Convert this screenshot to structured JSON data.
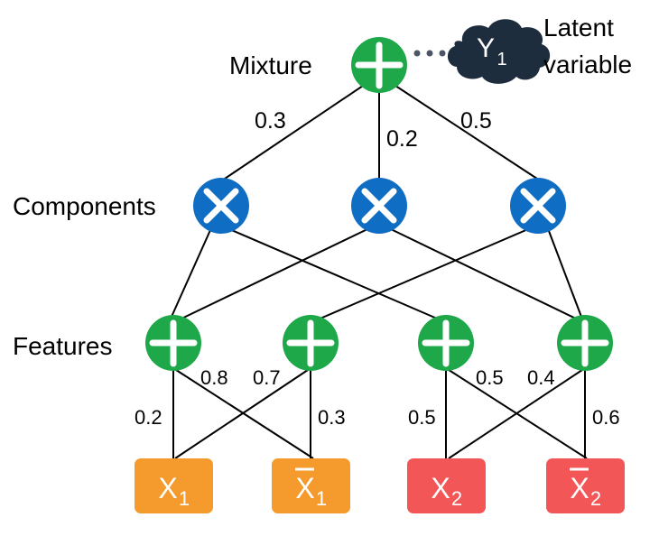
{
  "labels": {
    "mixture": "Mixture",
    "components": "Components",
    "features": "Features",
    "latent_line1": "Latent",
    "latent_line2": "variable"
  },
  "latent": {
    "symbol": "Y",
    "subscript": "1"
  },
  "mixture_weights": [
    "0.3",
    "0.2",
    "0.5"
  ],
  "feature_weights": {
    "f1_x1": "0.2",
    "f1_xbar1": "0.8",
    "f2_x1": "0.7",
    "f2_xbar1": "0.3",
    "f3_x2": "0.5",
    "f3_xbar2": "0.5",
    "f4_x2": "0.4",
    "f4_xbar2": "0.6"
  },
  "leaves": [
    {
      "symbol": "X",
      "subscript": "1",
      "bar": false,
      "color": "#F59A2C"
    },
    {
      "symbol": "X",
      "subscript": "1",
      "bar": true,
      "color": "#F59A2C"
    },
    {
      "symbol": "X",
      "subscript": "2",
      "bar": false,
      "color": "#F25656"
    },
    {
      "symbol": "X",
      "subscript": "2",
      "bar": true,
      "color": "#F25656"
    }
  ],
  "colors": {
    "sum_node": "#1FA84A",
    "product_node": "#0F6DC4",
    "cloud": "#1E2D3D",
    "edge": "#000000"
  },
  "icons": {
    "sum": "plus-icon",
    "product": "times-icon",
    "cloud": "cloud-icon"
  }
}
